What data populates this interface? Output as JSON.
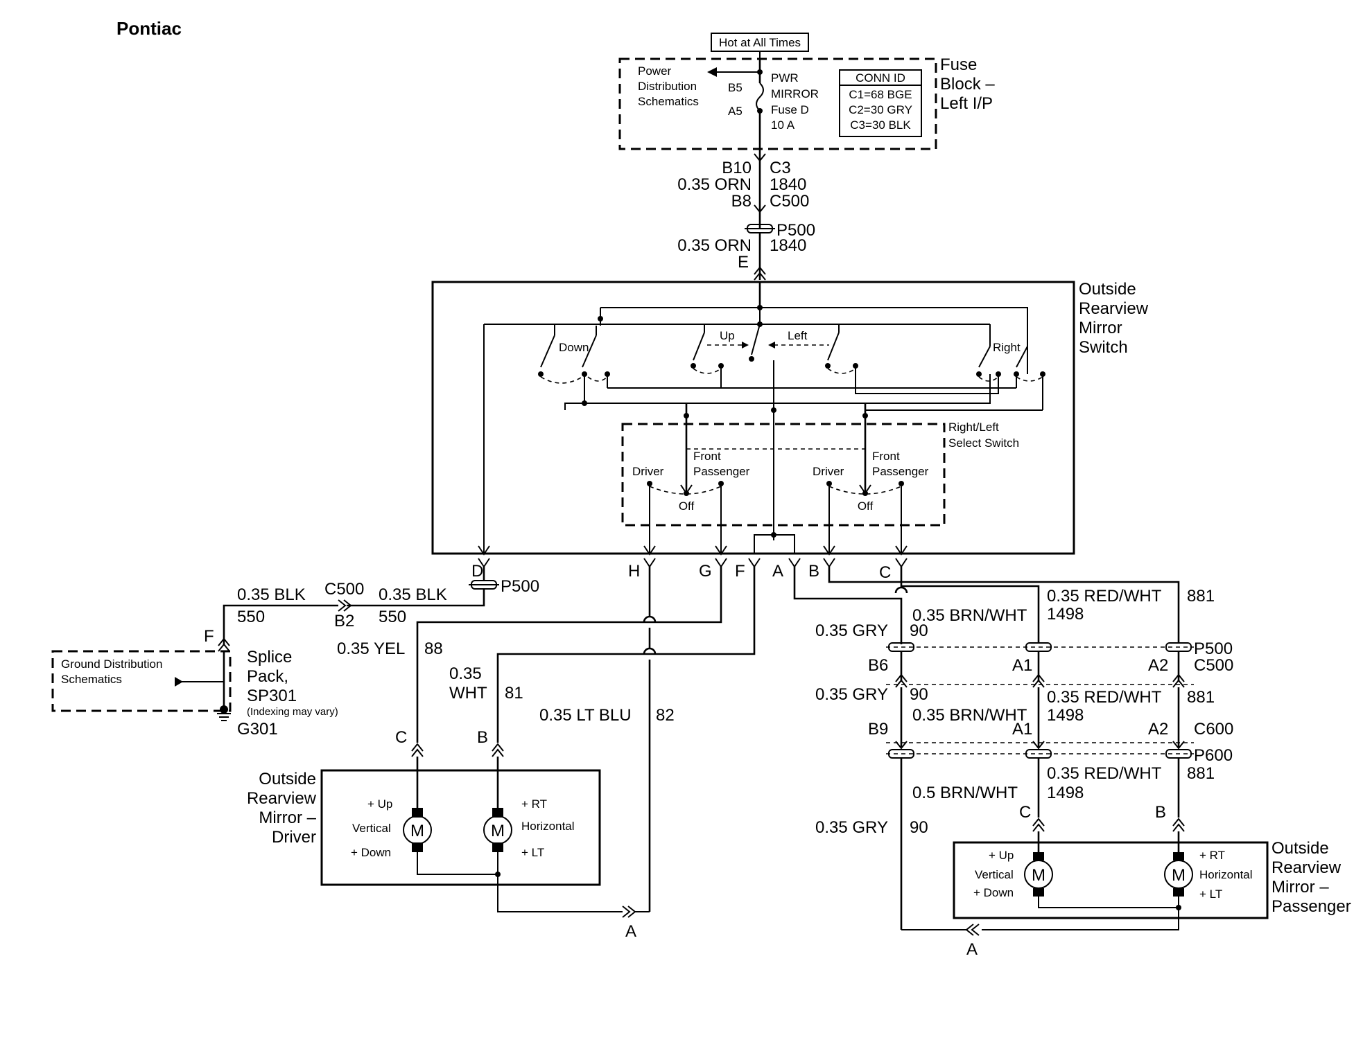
{
  "header": {
    "brand": "Pontiac"
  },
  "fuse_block": {
    "hot_label": "Hot at All Times",
    "name": [
      "Fuse",
      "Block –",
      "Left I/P"
    ],
    "fuse_lines": [
      "PWR",
      "MIRROR",
      "Fuse D",
      "10 A"
    ],
    "pin_b5": "B5",
    "pin_a5": "A5",
    "power_dist": [
      "Power",
      "Distribution",
      "Schematics"
    ],
    "conn_title": "CONN ID",
    "conn_rows": [
      "C1=68 BGE",
      "C2=30 GRY",
      "C3=30 BLK"
    ]
  },
  "feed": {
    "b10": "B10",
    "c3": "C3",
    "wire": "0.35 ORN",
    "circuit": "1840",
    "b8": "B8",
    "c500": "C500",
    "p500": "P500",
    "wire2": "0.35 ORN",
    "circuit2": "1840",
    "pin_e": "E"
  },
  "mirror_switch": {
    "name": [
      "Outside",
      "Rearview",
      "Mirror",
      "Switch"
    ],
    "down": "Down",
    "up": "Up",
    "left": "Left",
    "right": "Right",
    "select_name": [
      "Right/Left",
      "Select Switch"
    ],
    "driver": "Driver",
    "front": "Front",
    "passenger": "Passenger",
    "off": "Off",
    "pins": {
      "d": "D",
      "h": "H",
      "g": "G",
      "f": "F",
      "a": "A",
      "b": "B",
      "c": "C"
    }
  },
  "ground_side": {
    "wire_blk": "0.35 BLK",
    "circ_550": "550",
    "c500": "C500",
    "b2": "B2",
    "p500": "P500",
    "pin_f": "F",
    "ground_dist": [
      "Ground Distribution",
      "Schematics"
    ],
    "splice": [
      "Splice",
      "Pack,",
      "SP301"
    ],
    "indexing": "(Indexing may vary)",
    "g301": "G301"
  },
  "driver_wires": {
    "yel": "0.35 YEL",
    "c88": "88",
    "wht1": "0.35",
    "wht2": "WHT",
    "c81": "81",
    "ltblu": "0.35 LT BLU",
    "c82": "82",
    "pin_c": "C",
    "pin_b": "B"
  },
  "driver_mirror": {
    "name": [
      "Outside",
      "Rearview",
      "Mirror –",
      "Driver"
    ],
    "up": "+ Up",
    "vertical": "Vertical",
    "down": "+ Down",
    "rt": "+ RT",
    "horizontal": "Horizontal",
    "lt": "+ LT",
    "motor": "M",
    "ref_a": "A"
  },
  "passenger_wires": {
    "gry": "0.35 GRY",
    "c90": "90",
    "brnwht": "0.35 BRN/WHT",
    "c1498": "1498",
    "redwht": "0.35 RED/WHT",
    "c881": "881",
    "p500": "P500",
    "c500": "C500",
    "b6": "B6",
    "a1": "A1",
    "a2": "A2",
    "b9": "B9",
    "c600": "C600",
    "p600": "P600",
    "brnwht05": "0.5 BRN/WHT",
    "pin_c": "C",
    "pin_b": "B"
  },
  "passenger_mirror": {
    "name": [
      "Outside",
      "Rearview",
      "Mirror –",
      "Passenger"
    ],
    "up": "+ Up",
    "vertical": "Vertical",
    "down": "+ Down",
    "rt": "+ RT",
    "horizontal": "Horizontal",
    "lt": "+ LT",
    "motor": "M",
    "ref_a": "A"
  }
}
